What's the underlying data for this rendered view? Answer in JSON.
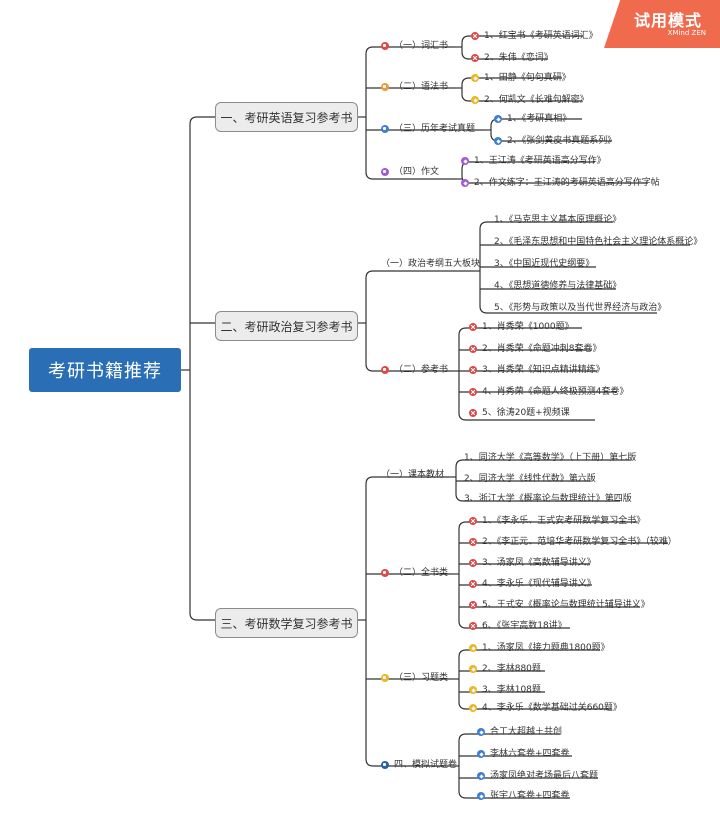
{
  "watermark": {
    "title": "试用模式",
    "subtitle": "XMind ZEN"
  },
  "root": {
    "label": "考研书籍推荐"
  },
  "sections": [
    {
      "label": "一、考研英语复习参考书",
      "groups": [
        {
          "label": "（一）词汇书",
          "icon": "flag-icon",
          "color": "#e04848",
          "items": [
            {
              "label": "1、红宝书《考研英语词汇》",
              "icon": "priority-x-icon"
            },
            {
              "label": "2、朱伟《恋词》",
              "icon": "priority-x-icon"
            }
          ]
        },
        {
          "label": "（二）语法书",
          "icon": "flag-icon",
          "color": "#ec9a3a",
          "items": [
            {
              "label": "1、田静《句句真研》",
              "icon": "priority-x-icon"
            },
            {
              "label": "2、何凯文《长难句解密》",
              "icon": "priority-x-icon"
            }
          ]
        },
        {
          "label": "（三）历年考试真题",
          "icon": "flag-icon",
          "color": "#3f7fd2",
          "items": [
            {
              "label": "1、《考研真相》",
              "icon": "star-icon"
            },
            {
              "label": "2、《张剑黄皮书真题系列》",
              "icon": "star-icon"
            }
          ]
        },
        {
          "label": "（四）作文",
          "icon": "flag-icon",
          "color": "#a25bd6",
          "items": [
            {
              "label": "1、王江涛《考研英语高分写作》",
              "icon": "star-icon"
            },
            {
              "label": "2、作文练字：王江涛的考研英语高分写作字帖",
              "icon": "star-icon"
            }
          ]
        }
      ]
    },
    {
      "label": "二、考研政治复习参考书",
      "groups": [
        {
          "label": "（一）政治考纲五大板块",
          "items": [
            {
              "label": "1、《马克思主义基本原理概论》"
            },
            {
              "label": "2、《毛泽东思想和中国特色社会主义理论体系概论》"
            },
            {
              "label": "3、《中国近现代史纲要》"
            },
            {
              "label": "4、《思想道德修养与法律基础》"
            },
            {
              "label": "5、《形势与政策以及当代世界经济与政治》"
            }
          ]
        },
        {
          "label": "（二）参考书",
          "icon": "flag-icon",
          "color": "#e04848",
          "items": [
            {
              "label": "1、肖秀荣《1000题》",
              "icon": "priority-x-icon"
            },
            {
              "label": "2、肖秀荣《命题冲刺8套卷》",
              "icon": "priority-x-icon"
            },
            {
              "label": "3、肖秀荣《知识点精讲精练》",
              "icon": "priority-x-icon"
            },
            {
              "label": "4、肖秀荣《命题人终极预测4套卷》",
              "icon": "priority-x-icon"
            },
            {
              "label": "5、徐涛20题+视频课",
              "icon": "priority-x-icon"
            }
          ]
        }
      ]
    },
    {
      "label": "三、考研数学复习参考书",
      "groups": [
        {
          "label": "（一）课本教材",
          "items": [
            {
              "label": "1、同济大学《高等数学》（上下册）第七版"
            },
            {
              "label": "2、同济大学《线性代数》第六版"
            },
            {
              "label": "3、浙江大学《概率论与数理统计》第四版"
            }
          ]
        },
        {
          "label": "（二）全书类",
          "icon": "flag-icon",
          "color": "#e04848",
          "items": [
            {
              "label": "1、《李永乐、王式安考研数学复习全书》",
              "icon": "priority-x-icon"
            },
            {
              "label": "2、《李正元、范培华考研数学复习全书》（较难）",
              "icon": "priority-x-icon"
            },
            {
              "label": "3、汤家凤《高数辅导讲义》",
              "icon": "priority-x-icon"
            },
            {
              "label": "4、李永乐《现代辅导讲义》",
              "icon": "priority-x-icon"
            },
            {
              "label": "5、王式安《概率论与数理统计辅导讲义》",
              "icon": "priority-x-icon"
            },
            {
              "label": "6、《张宇高数18讲》",
              "icon": "priority-x-icon"
            }
          ]
        },
        {
          "label": "（三）习题类",
          "icon": "flag-icon",
          "color": "#e9b728",
          "items": [
            {
              "label": "1、汤家凤《接力题典1800题》",
              "icon": "priority-x-icon"
            },
            {
              "label": "2、李林880题",
              "icon": "priority-x-icon"
            },
            {
              "label": "3、李林108题",
              "icon": "priority-x-icon"
            },
            {
              "label": "4、李永乐《数学基础过关660题》",
              "icon": "priority-x-icon"
            }
          ]
        },
        {
          "label": "四、模拟试题卷",
          "icon": "flag-icon",
          "color": "#2b5fa8",
          "items": [
            {
              "label": "合工大超越＋共创",
              "icon": "star-icon"
            },
            {
              "label": "李林六套卷+四套卷",
              "icon": "star-icon"
            },
            {
              "label": "汤家凤绝对考场最后八套题",
              "icon": "star-icon"
            },
            {
              "label": "张宇八套卷+四套卷",
              "icon": "star-icon"
            }
          ]
        }
      ]
    }
  ]
}
